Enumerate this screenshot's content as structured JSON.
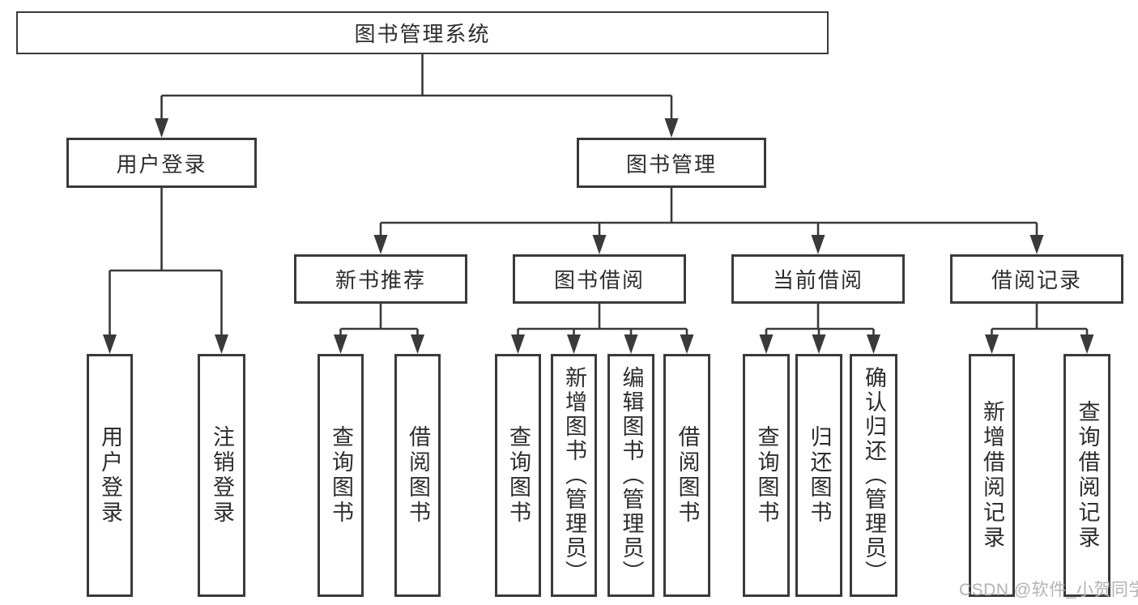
{
  "diagram": {
    "root": {
      "label": "图书管理系统"
    },
    "branches": [
      {
        "label": "用户登录",
        "children": [
          {
            "label": "用户登录"
          },
          {
            "label": "注销登录"
          }
        ]
      },
      {
        "label": "图书管理",
        "children": [
          {
            "label": "新书推荐",
            "children": [
              {
                "label": "查询图书"
              },
              {
                "label": "借阅图书"
              }
            ]
          },
          {
            "label": "图书借阅",
            "children": [
              {
                "label": "查询图书"
              },
              {
                "label": "新增图书（管理员）"
              },
              {
                "label": "编辑图书（管理员）"
              },
              {
                "label": "借阅图书"
              }
            ]
          },
          {
            "label": "当前借阅",
            "children": [
              {
                "label": "查询图书"
              },
              {
                "label": "归还图书"
              },
              {
                "label": "确认归还（管理员）"
              }
            ]
          },
          {
            "label": "借阅记录",
            "children": [
              {
                "label": "新增借阅记录"
              },
              {
                "label": "查询借阅记录"
              }
            ]
          }
        ]
      }
    ]
  },
  "watermark": {
    "text": "CSDN @软件_小贺同学"
  },
  "colors": {
    "line": "#3a3a3a",
    "box_border": "#3a3a3a",
    "text": "#2d2d2d",
    "watermark": "#b3b3b3",
    "background": "#ffffff"
  }
}
